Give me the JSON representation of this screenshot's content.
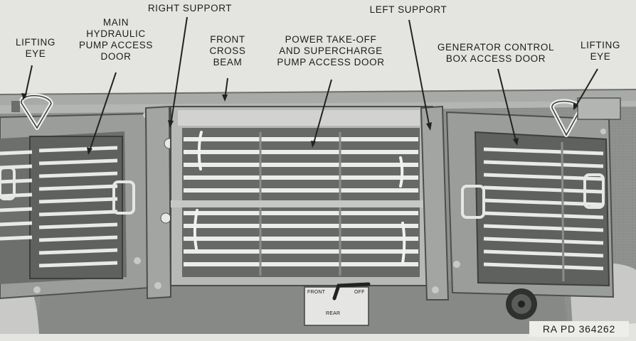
{
  "labels": {
    "lifting_eye_left": "LIFTING\nEYE",
    "main_hydraulic_door": "MAIN\nHYDRAULIC\nPUMP  ACCESS\nDOOR",
    "right_support": "RIGHT  SUPPORT",
    "front_cross_beam": "FRONT\nCROSS\nBEAM",
    "power_takeoff_door": "POWER  TAKE-OFF\nAND SUPERCHARGE\nPUMP ACCESS DOOR",
    "left_support": "LEFT  SUPPORT",
    "generator_control_door": "GENERATOR  CONTROL\nBOX  ACCESS  DOOR",
    "lifting_eye_right": "LIFTING\nEYE"
  },
  "valve_plate": {
    "front": "FRONT",
    "off": "OFF",
    "rear": "REAR"
  },
  "reference_number": "RA  PD  364262"
}
